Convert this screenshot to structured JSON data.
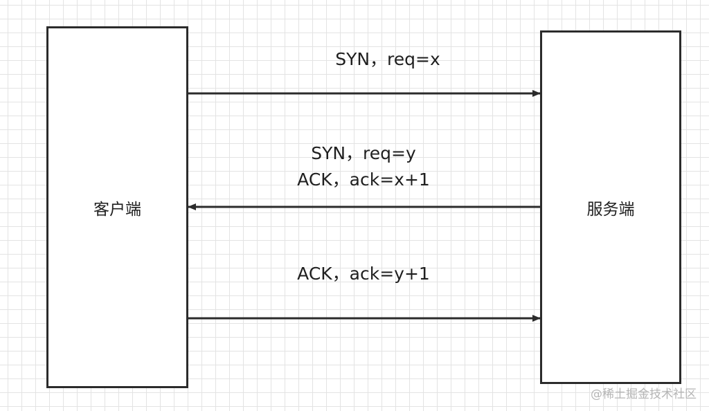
{
  "client": {
    "label": "客户端"
  },
  "server": {
    "label": "服务端"
  },
  "messages": [
    {
      "lines": [
        "SYN，req=x"
      ],
      "direction": "client-to-server"
    },
    {
      "lines": [
        "SYN，req=y",
        "ACK，ack=x+1"
      ],
      "direction": "server-to-client"
    },
    {
      "lines": [
        "ACK，ack=y+1"
      ],
      "direction": "client-to-server"
    }
  ],
  "watermark": "@稀土掘金技术社区",
  "colors": {
    "stroke": "#2b2b2b",
    "grid": "#e3e3e3",
    "watermark": "#b5b5b5"
  }
}
